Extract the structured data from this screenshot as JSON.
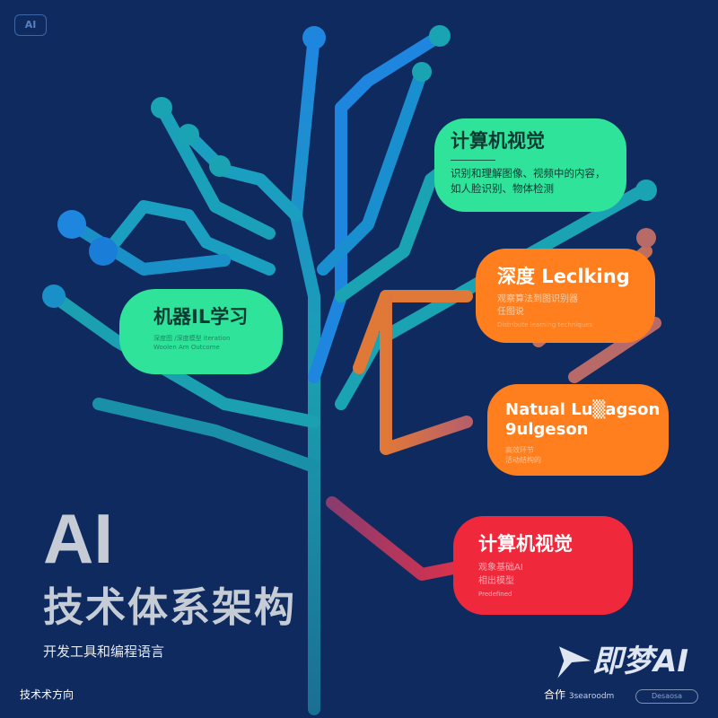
{
  "colors": {
    "background": "#0f2a5e",
    "blue": "#1f86e0",
    "teal": "#1aa3b2",
    "green": "#2fe39a",
    "orange": "#ff7f1e",
    "red": "#f0283c",
    "title_gray": "#c6ccd6"
  },
  "top_logo": "AI",
  "cards": [
    {
      "title": "计算机视觉",
      "desc_lines": [
        "识别和理解图像、视频中的内容，",
        "如人脸识别、物体检测"
      ]
    },
    {
      "title": "深度 Leclking",
      "desc_lines": [
        "观察算法到图识别器",
        "任图说",
        "Distribute learning techniques"
      ]
    },
    {
      "title": "Natual Lu▒agson",
      "title2": "9ulgeson",
      "desc_lines": [
        "高效环节",
        "活动结构的"
      ]
    },
    {
      "title": "机器IL学习",
      "desc_lines": [
        "深度图 /深度模型 iteration",
        "Woolen Am Outcome"
      ]
    },
    {
      "title": "计算机视觉",
      "desc_lines": [
        "观象基础AI",
        "相出模型",
        "Predefined"
      ]
    }
  ],
  "headline": {
    "ai": "AI",
    "title": "技术体系架构",
    "subtitle": "开发工具和编程语言"
  },
  "footer": {
    "left": "技术术方向",
    "right_label": "合作",
    "right_small": "3searoodm",
    "brand": "即梦AI",
    "brand_button": "Desaosa"
  }
}
